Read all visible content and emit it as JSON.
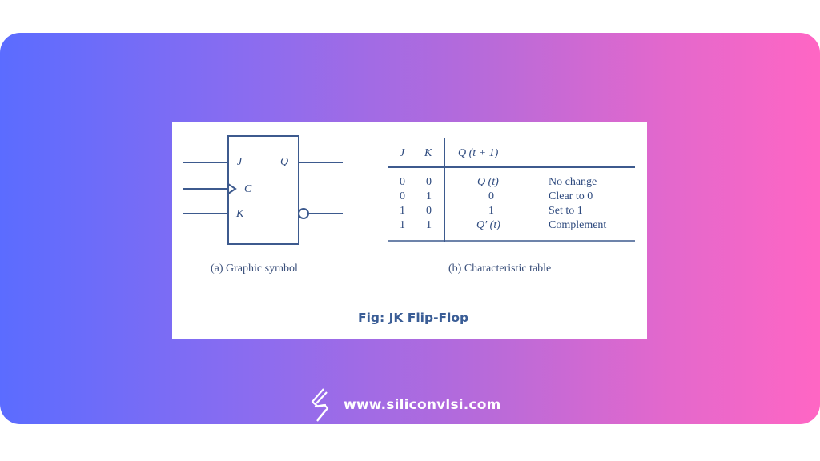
{
  "colors": {
    "gradient_start": "#5b6cff",
    "gradient_end": "#ff66c4",
    "panel_bg": "#ffffff",
    "diagram_ink": "#2f4f88",
    "footer_text": "#ffffff"
  },
  "symbol": {
    "inputs": [
      "J",
      "C",
      "K"
    ],
    "output": "Q",
    "caption": "(a) Graphic symbol"
  },
  "table": {
    "headers": [
      "J",
      "K",
      "Q (t + 1)"
    ],
    "rows": [
      {
        "J": "0",
        "K": "0",
        "next": "Q (t)",
        "desc": "No change"
      },
      {
        "J": "0",
        "K": "1",
        "next": "0",
        "desc": "Clear to 0"
      },
      {
        "J": "1",
        "K": "0",
        "next": "1",
        "desc": "Set to 1"
      },
      {
        "J": "1",
        "K": "1",
        "next": "Q′ (t)",
        "desc": "Complement"
      }
    ],
    "caption": "(b) Characteristic table"
  },
  "figure_title": "Fig: JK Flip-Flop",
  "footer": {
    "logo_icon": "lightning-s-logo-icon",
    "url": "www.siliconvlsi.com"
  }
}
